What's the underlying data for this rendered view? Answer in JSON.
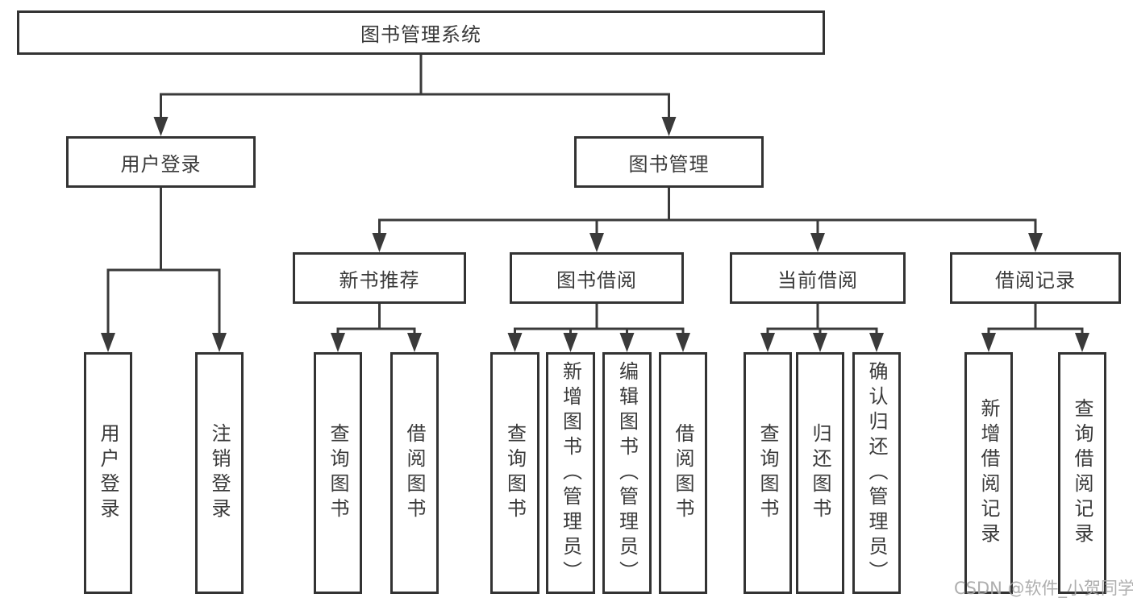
{
  "diagram_title": "图书管理系统",
  "tree": {
    "root": {
      "label": "图书管理系统"
    },
    "branches": [
      {
        "label": "用户登录",
        "children": [
          {
            "label": "用户登录"
          },
          {
            "label": "注销登录"
          }
        ]
      },
      {
        "label": "图书管理",
        "sections": [
          {
            "label": "新书推荐",
            "children": [
              {
                "label": "查询图书"
              },
              {
                "label": "借阅图书"
              }
            ]
          },
          {
            "label": "图书借阅",
            "children": [
              {
                "label": "查询图书"
              },
              {
                "label": "新增图书（管理员）"
              },
              {
                "label": "编辑图书（管理员）"
              },
              {
                "label": "借阅图书"
              }
            ]
          },
          {
            "label": "当前借阅",
            "children": [
              {
                "label": "查询图书"
              },
              {
                "label": "归还图书"
              },
              {
                "label": "确认归还（管理员）"
              }
            ]
          },
          {
            "label": "借阅记录",
            "children": [
              {
                "label": "新增借阅记录"
              },
              {
                "label": "查询借阅记录"
              }
            ]
          }
        ]
      }
    ]
  },
  "watermark": {
    "text": "CSDN @软件_小贺同学"
  },
  "colors": {
    "line": "#3a3a3a",
    "box_border": "#333333",
    "text": "#3a3a3a",
    "background": "#ffffff",
    "watermark": "#a8a8a8"
  }
}
